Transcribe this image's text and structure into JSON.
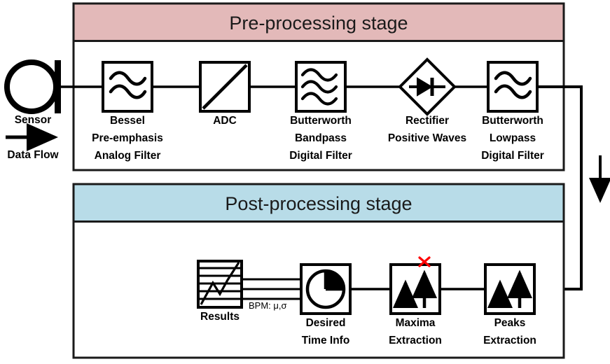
{
  "diagram": {
    "title": "Signal processing pipeline block diagram",
    "colors": {
      "pre_stage_header": "#E3B9B9",
      "post_stage_header": "#B8DCE8",
      "stroke": "#000000",
      "accent_red": "#FF0000",
      "background": "#FFFFFF"
    },
    "sensor": {
      "icon": "sensor-transducer-icon",
      "label": "Sensor",
      "flow_label": "Data Flow",
      "flow_arrow_icon": "arrow-right-icon"
    },
    "stages": [
      {
        "id": "pre-processing",
        "header": "Pre-processing stage",
        "header_color": "#E3B9B9",
        "blocks": [
          {
            "id": "bessel",
            "icon": "double-wave-filter-icon",
            "shape": "square",
            "lines": [
              "Bessel",
              "Pre-emphasis",
              "Analog Filter"
            ]
          },
          {
            "id": "adc",
            "icon": "diagonal-slash-adc-icon",
            "shape": "square",
            "lines": [
              "ADC"
            ]
          },
          {
            "id": "butterworth-bandpass",
            "icon": "triple-wave-filter-icon",
            "shape": "square",
            "lines": [
              "Butterworth",
              "Bandpass",
              "Digital Filter"
            ]
          },
          {
            "id": "rectifier",
            "icon": "diode-rectifier-icon",
            "shape": "diamond",
            "lines": [
              "Rectifier",
              "Positive Waves"
            ]
          },
          {
            "id": "butterworth-lowpass",
            "icon": "double-wave-filter-icon",
            "shape": "square",
            "lines": [
              "Butterworth",
              "Lowpass",
              "Digital Filter"
            ]
          }
        ]
      },
      {
        "id": "post-processing",
        "header": "Post-processing stage",
        "header_color": "#B8DCE8",
        "blocks": [
          {
            "id": "results",
            "icon": "results-chart-icon",
            "shape": "chart",
            "lines": [
              "Results"
            ]
          },
          {
            "id": "desired-time-info",
            "icon": "clock-pie-icon",
            "shape": "square",
            "lines": [
              "Desired",
              "Time Info"
            ]
          },
          {
            "id": "maxima-extraction",
            "icon": "two-arrows-up-with-red-x-icon",
            "shape": "square",
            "lines": [
              "Maxima",
              "Extraction"
            ]
          },
          {
            "id": "peaks-extraction",
            "icon": "two-arrows-up-icon",
            "shape": "square",
            "lines": [
              "Peaks",
              "Extraction"
            ]
          }
        ],
        "bus_label": "BPM: μ,σ"
      }
    ],
    "stage_link_arrow_icon": "arrow-down-icon"
  }
}
